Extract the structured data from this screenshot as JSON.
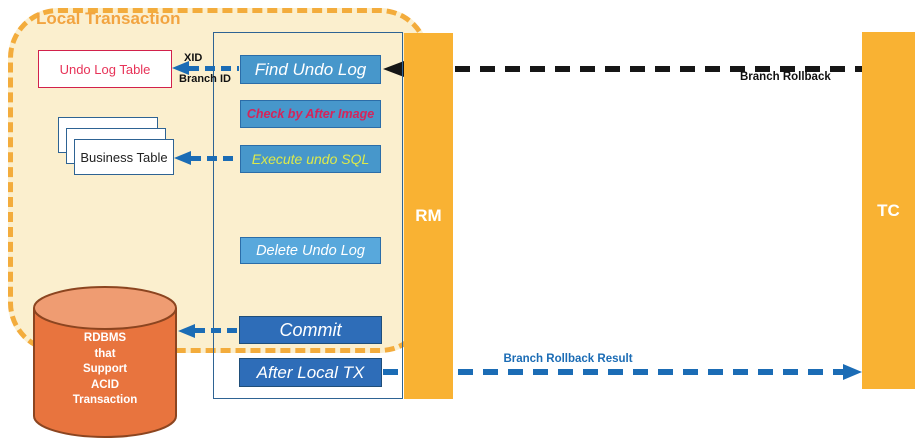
{
  "local_transaction": {
    "title": "Local Transaction"
  },
  "undo_log_table": {
    "label": "Undo Log Table"
  },
  "business_table": {
    "label": "Business Table"
  },
  "database": {
    "lines": [
      "RDBMS",
      "that",
      "Support",
      "ACID",
      "Transaction"
    ]
  },
  "actions": [
    {
      "id": "find-undo-log",
      "label": "Find Undo Log"
    },
    {
      "id": "check-by-after-image",
      "label": "Check by After Image"
    },
    {
      "id": "execute-undo-sql",
      "label": "Execute undo SQL"
    },
    {
      "id": "delete-undo-log",
      "label": "Delete Undo Log"
    },
    {
      "id": "commit",
      "label": "Commit"
    },
    {
      "id": "after-local-tx",
      "label": "After Local TX"
    }
  ],
  "lifelines": {
    "rm": {
      "label": "RM"
    },
    "tc": {
      "label": "TC"
    }
  },
  "arrows": {
    "xid_branch": {
      "label_top": "XID",
      "label_bottom": "Branch ID"
    },
    "branch_rollback": {
      "label": "Branch Rollback"
    },
    "branch_rollback_result": {
      "label": "Branch Rollback Result"
    }
  },
  "colors": {
    "region_fill": "#FBEFCE",
    "region_border": "#F3AC3C",
    "title_orange": "#F2A440",
    "lifeline_fill": "#F9B233",
    "action_blue": "#4797CB",
    "action_blue_light": "#58A8DC",
    "action_blue_dark": "#2E6DB8",
    "container_border": "#2E6393",
    "arrow_blue": "#1B6CB5",
    "arrow_black": "#161616",
    "undo_red_border": "#D2214B",
    "undo_red_text": "#E73358",
    "check_text_red": "#D6245A",
    "execute_text_yellow": "#DDE94A",
    "cylinder_body": "#E8743E",
    "cylinder_top": "#EF9C72",
    "cylinder_stroke": "#8C4520"
  }
}
